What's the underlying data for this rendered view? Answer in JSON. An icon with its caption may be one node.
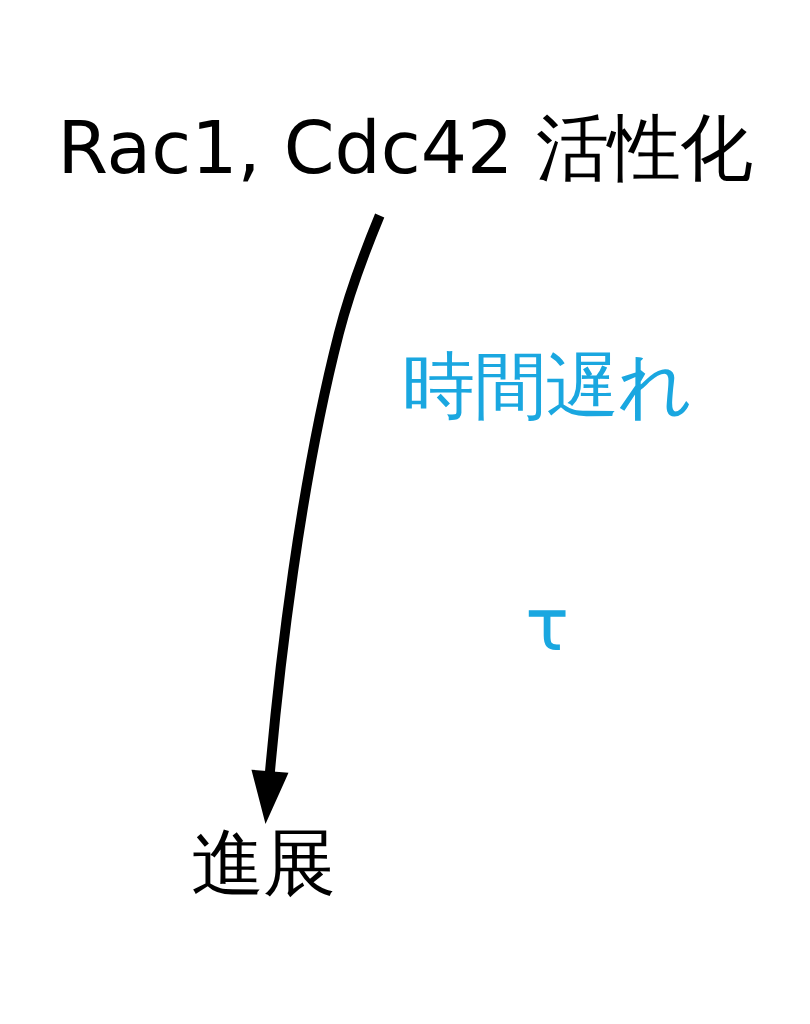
{
  "diagram": {
    "nodes": [
      {
        "text": [
          "Rac1, Cdc42 活性化"
        ]
      },
      {
        "text": [
          "進展"
        ]
      }
    ],
    "edges": [
      {
        "from": 0,
        "to": 1,
        "arrow": "to"
      }
    ],
    "labels": [
      "時間遅れ",
      "τ"
    ]
  }
}
